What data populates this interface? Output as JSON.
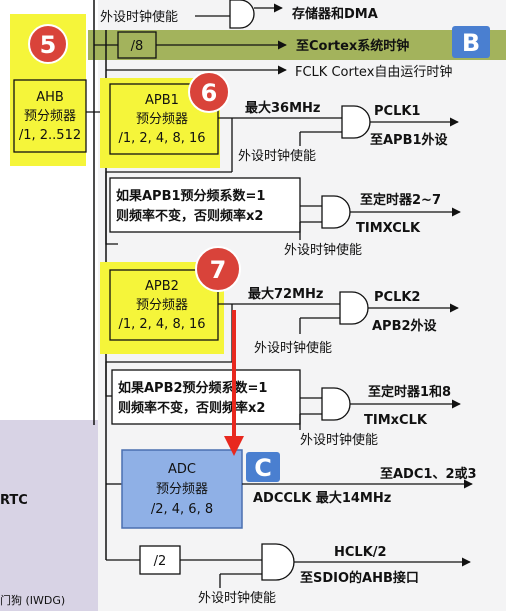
{
  "top": {
    "periph_enable": "外设时钟使能",
    "memory_dma": "存储器和DMA"
  },
  "hclk_div8": "/8",
  "cortex_sys_clock": "至Cortex系统时钟",
  "fclk": "FCLK Cortex自由运行时钟",
  "badges": {
    "b5": "5",
    "b6": "6",
    "b7": "7",
    "bB": "B",
    "bC": "C"
  },
  "ahb": {
    "line1": "AHB",
    "line2": "预分频器",
    "line3": "/1, 2..512"
  },
  "apb1": {
    "line1": "APB1",
    "line2": "预分频器",
    "line3": "/1, 2, 4, 8, 16",
    "max": "最大36MHz",
    "pclk": "PCLK1",
    "dest": "至APB1外设",
    "enable": "外设时钟使能",
    "note1": "如果APB1预分频系数=1",
    "note2": "则频率不变，否则频率x2",
    "timer_dest": "至定时器2~7",
    "timxclk": "TIMXCLK",
    "timer_enable": "外设时钟使能"
  },
  "apb2": {
    "line1": "APB2",
    "line2": "预分频器",
    "line3": "/1, 2, 4, 8, 16",
    "max": "最大72MHz",
    "pclk": "PCLK2",
    "dest": "APB2外设",
    "enable": "外设时钟使能",
    "note1": "如果APB2预分频系数=1",
    "note2": "则频率不变，否则频率x2",
    "timer_dest": "至定时器1和8",
    "timxclk": "TIMxCLK",
    "timer_enable": "外设时钟使能"
  },
  "adc": {
    "line1": "ADC",
    "line2": "预分频器",
    "line3": "/2, 4, 6, 8",
    "dest": "至ADC1、2或3",
    "clk": "ADCCLK 最大14MHz"
  },
  "sdio": {
    "div": "/2",
    "hclk2": "HCLK/2",
    "dest": "至SDIO的AHB接口",
    "enable": "外设时钟使能"
  },
  "left": {
    "rtc": "RTC",
    "iwdg": "门狗 (IWDG)"
  },
  "colors": {
    "yellow": "#f5f53a",
    "green_band": "#a3b35c",
    "red_badge": "#d9433a",
    "blue_badge": "#4a7fd0",
    "adc_box": "#8fb0e6",
    "left_panel": "#d8d3e5"
  }
}
